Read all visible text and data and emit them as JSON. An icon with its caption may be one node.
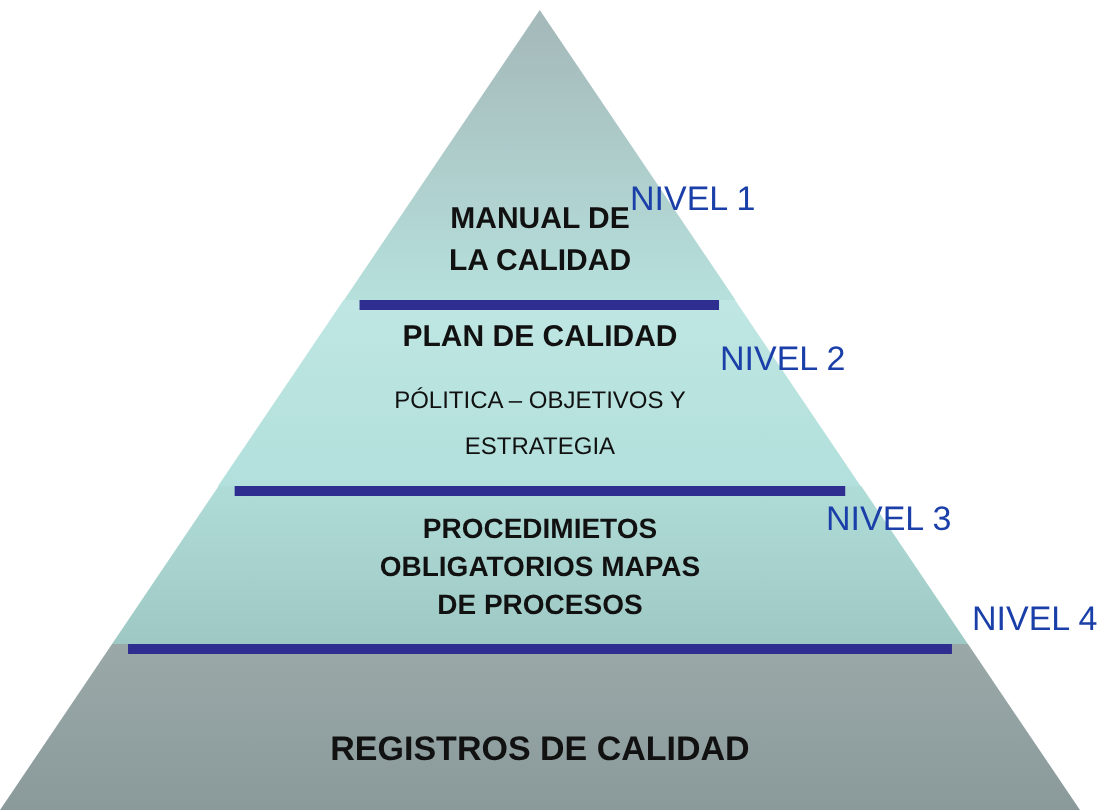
{
  "diagram": {
    "nodes": [
      {
        "text": [
          "MANUAL DE LA CALIDAD"
        ],
        "beside": [
          "NIVEL 1"
        ]
      },
      {
        "text": [
          "PLAN DE CALIDAD",
          "PÓLITICA – OBJETIVOS Y ESTRATEGIA"
        ],
        "beside": [
          "NIVEL 2"
        ]
      },
      {
        "text": [
          "PROCEDIMIETOS OBLIGATORIOS MAPAS DE PROCESOS"
        ],
        "beside": [
          "NIVEL 3"
        ]
      },
      {
        "text": [
          "REGISTROS DE CALIDAD"
        ],
        "beside": [
          "NIVEL 4"
        ]
      }
    ],
    "edges": []
  }
}
